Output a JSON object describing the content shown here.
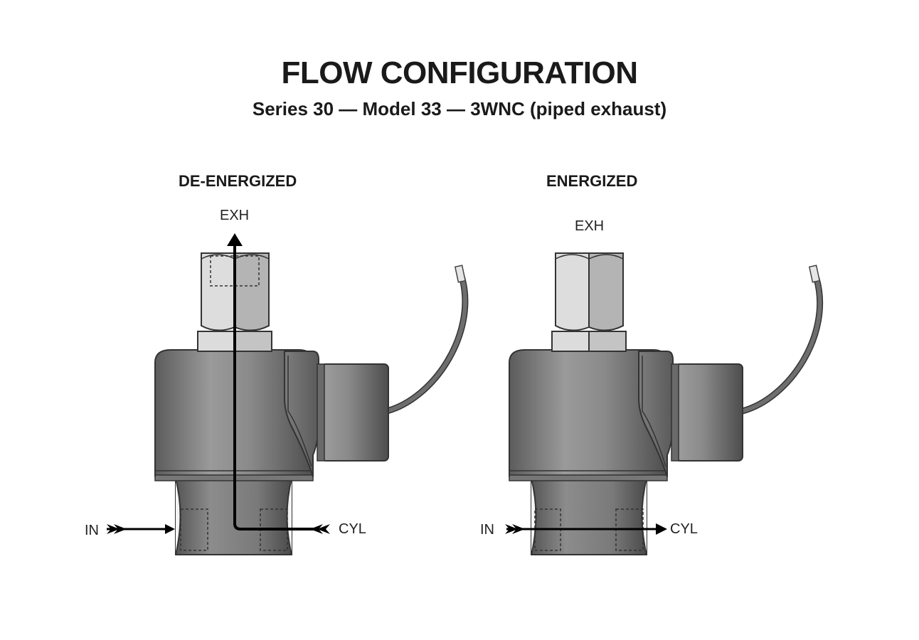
{
  "header": {
    "title": "FLOW CONFIGURATION",
    "subtitle": "Series 30 — Model 33 — 3WNC (piped exhaust)"
  },
  "states": [
    {
      "label": "DE-ENERGIZED",
      "ports": {
        "exhaust": "EXH",
        "inlet": "IN",
        "cylinder": "CYL"
      }
    },
    {
      "label": "ENERGIZED",
      "ports": {
        "exhaust": "EXH",
        "inlet": "IN",
        "cylinder": "CYL"
      }
    }
  ]
}
